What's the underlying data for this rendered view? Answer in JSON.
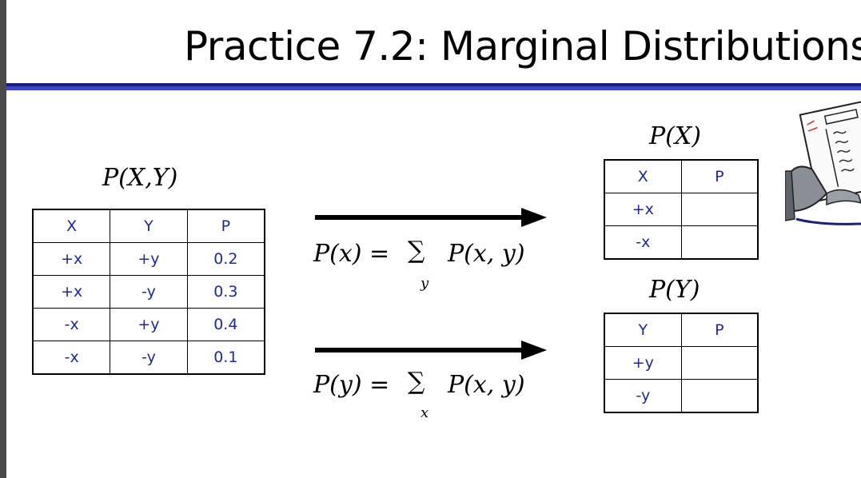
{
  "slide": {
    "title": "Practice 7.2: Marginal Distributions"
  },
  "joint": {
    "label": "P(X,Y)",
    "headers": [
      "X",
      "Y",
      "P"
    ],
    "rows": [
      [
        "+x",
        "+y",
        "0.2"
      ],
      [
        "+x",
        "-y",
        "0.3"
      ],
      [
        "-x",
        "+y",
        "0.4"
      ],
      [
        "-x",
        "-y",
        "0.1"
      ]
    ]
  },
  "formula_x": {
    "lhs": "P(x) =",
    "sum": "∑",
    "sub": "y",
    "rhs": "P(x, y)"
  },
  "formula_y": {
    "lhs": "P(y) =",
    "sum": "∑",
    "sub": "x",
    "rhs": "P(x, y)"
  },
  "marginal_x": {
    "label": "P(X)",
    "headers": [
      "X",
      "P"
    ],
    "rows": [
      [
        "+x",
        ""
      ],
      [
        "-x",
        ""
      ]
    ]
  },
  "marginal_y": {
    "label": "P(Y)",
    "headers": [
      "Y",
      "P"
    ],
    "rows": [
      [
        "+y",
        ""
      ],
      [
        "-y",
        ""
      ]
    ]
  },
  "colors": {
    "table_text": "#1f2a9a",
    "rule_navy": "#1c1e7a",
    "rule_blue": "#3b46c8"
  }
}
